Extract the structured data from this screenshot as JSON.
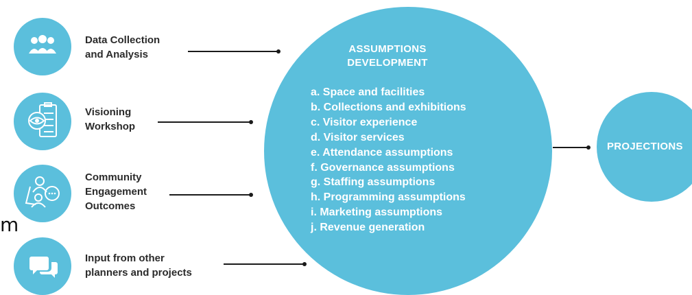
{
  "colors": {
    "accent": "#5bbfdc",
    "connector": "#1a1a1a",
    "text": "#2b2b2b",
    "circle_text": "#ffffff"
  },
  "inputs": [
    {
      "icon": "people-group-icon",
      "lines": [
        "Data Collection",
        "and Analysis"
      ]
    },
    {
      "icon": "eye-checklist-icon",
      "lines": [
        "Visioning",
        "Workshop"
      ]
    },
    {
      "icon": "community-chat-icon",
      "lines": [
        "Community",
        "Engagement",
        "Outcomes"
      ]
    },
    {
      "icon": "speech-bubbles-icon",
      "lines": [
        "Input from other",
        "planners and projects"
      ]
    }
  ],
  "assumptions": {
    "title_lines": [
      "ASSUMPTIONS",
      "DEVELOPMENT"
    ],
    "items": [
      "a. Space and facilities",
      "b. Collections and exhibitions",
      "c. Visitor experience",
      "d. Visitor services",
      "e. Attendance assumptions",
      "f. Governance assumptions",
      "g. Staffing assumptions",
      "h. Programming assumptions",
      "i. Marketing assumptions",
      "j. Revenue generation"
    ]
  },
  "projections": {
    "label": "PROJECTIONS"
  },
  "stray_text": "m"
}
